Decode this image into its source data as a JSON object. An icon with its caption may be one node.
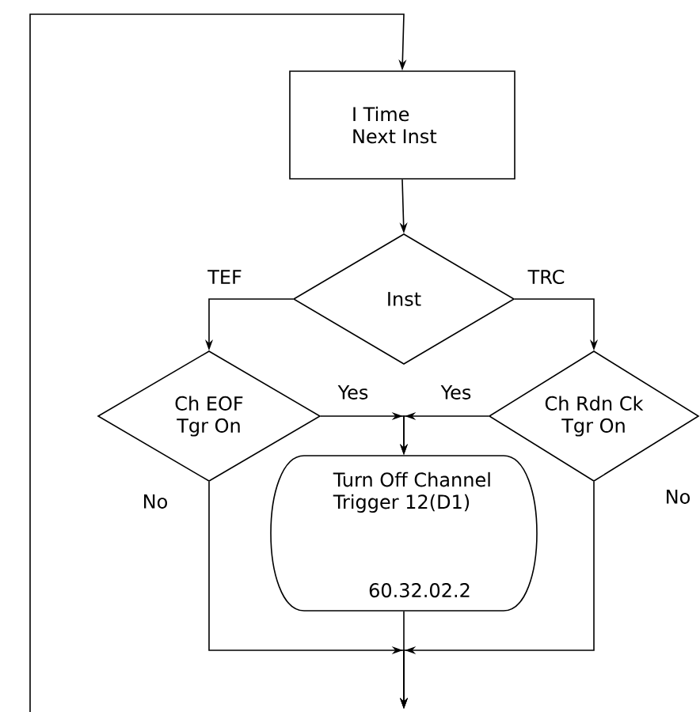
{
  "diagram": {
    "nodes": [
      {
        "text": [
          "I Time Next Inst"
        ]
      },
      {
        "text": [
          "Inst"
        ]
      },
      {
        "text": [
          "Ch EOF Tgr On"
        ]
      },
      {
        "text": [
          "Ch Rdn Ck Tgr On"
        ]
      },
      {
        "text": [
          "Turn Off Channel Trigger 12(D1)",
          "60.32.02.2"
        ]
      }
    ],
    "edges": [
      {
        "from": null,
        "to": 0,
        "arrow": "to"
      },
      {
        "from": 0,
        "to": 1,
        "arrow": "to"
      },
      {
        "from": 1,
        "to": 2,
        "arrow": "to",
        "label": "TEF"
      },
      {
        "from": 1,
        "to": 3,
        "arrow": "to",
        "label": "TRC"
      },
      {
        "from": 2,
        "to": 4,
        "arrow": "to",
        "label": "Yes"
      },
      {
        "from": 3,
        "to": 4,
        "arrow": "to",
        "label": "Yes"
      },
      {
        "from": 4,
        "to": null,
        "arrow": "to"
      },
      {
        "from": 2,
        "to": null,
        "arrow": "to",
        "label": "No"
      },
      {
        "from": 3,
        "to": null,
        "arrow": "to",
        "label": "No"
      }
    ]
  }
}
